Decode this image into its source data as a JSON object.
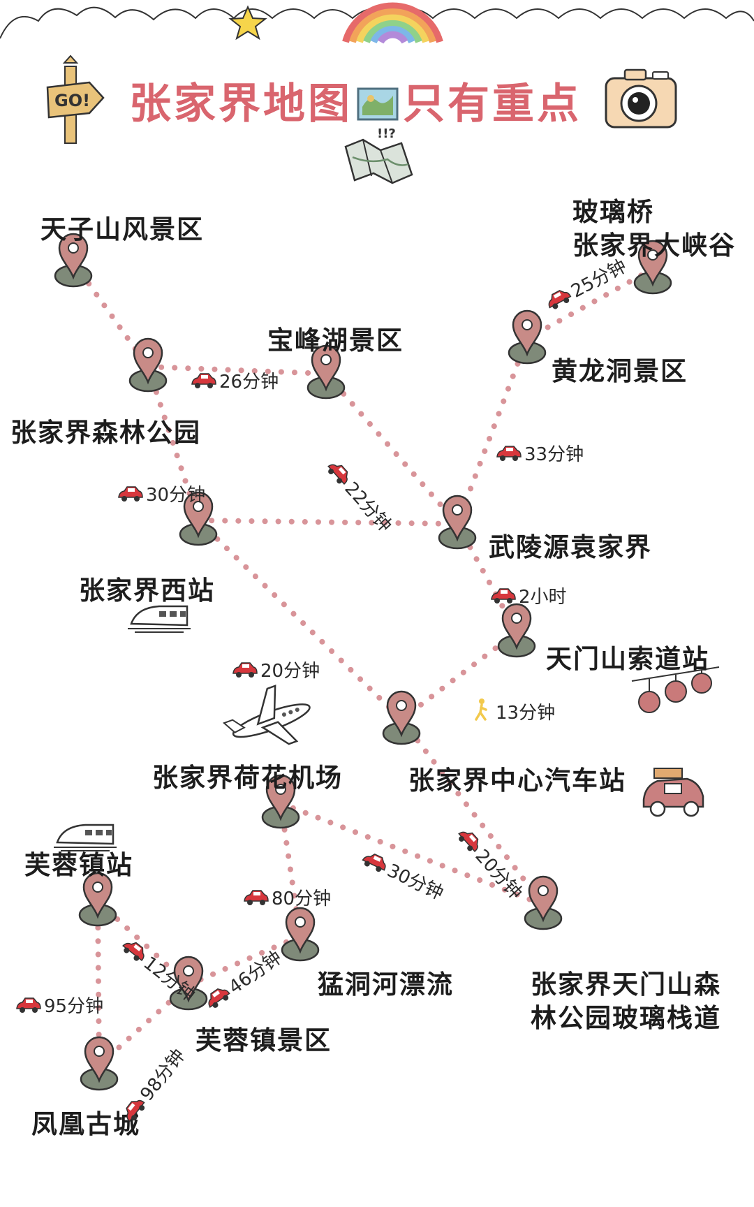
{
  "title": {
    "part1": "张家界地图",
    "part2": "只有重点",
    "go_sign": "GO!",
    "exclaim": "!!?"
  },
  "places": {
    "tianzishan": "天子山风景区",
    "glass_bridge": [
      "玻璃桥",
      "张家界大峡谷"
    ],
    "baofenghu": "宝峰湖景区",
    "huanglongdong": "黄龙洞景区",
    "forest_park": "张家界森林公园",
    "wulingyuan": "武陵源袁家界",
    "west_station": "张家界西站",
    "tianmen_cableway": "天门山索道站",
    "airport": "张家界荷花机场",
    "bus_station": "张家界中心汽车站",
    "furong_station": "芙蓉镇站",
    "menghe_rafting": "猛洞河漂流",
    "tianmen_glass_plankway": [
      "张家界天门山森",
      "林公园玻璃栈道"
    ],
    "furong_scenic": "芙蓉镇景区",
    "fenghuang": "凤凰古城"
  },
  "durations": {
    "glass_huanglong": "25分钟",
    "forest_baofeng": "26分钟",
    "baofeng_wuling": "22分钟",
    "huanglong_wuling": "33分钟",
    "forest_west": "30分钟",
    "wuling_tianmen": "2小时",
    "west_bus": "20分钟",
    "tianmen_bus_walk": "13分钟",
    "bus_plankway": "20分钟",
    "airport_plankway": "30分钟",
    "airport_menghe": "80分钟",
    "station_scenic": "12分钟",
    "scenic_menghe": "46分钟",
    "station_fenghuang": "95分钟",
    "scenic_fenghuang": "98分钟"
  },
  "icons": {
    "pin": "map-pin-icon",
    "car": "car-icon",
    "train": "train-icon",
    "plane": "airplane-icon",
    "walk": "walking-person-icon",
    "cable_car": "cable-car-icon",
    "camera": "camera-icon",
    "rainbow": "rainbow-icon",
    "star": "star-icon",
    "folded_map": "folded-map-icon",
    "go_sign": "go-signpost-icon"
  },
  "colors": {
    "title": "#d9656e",
    "route_dots": "#d89499",
    "pin_fill": "#c88b87",
    "pin_base": "#7f8a79",
    "car": "#d7373d"
  }
}
